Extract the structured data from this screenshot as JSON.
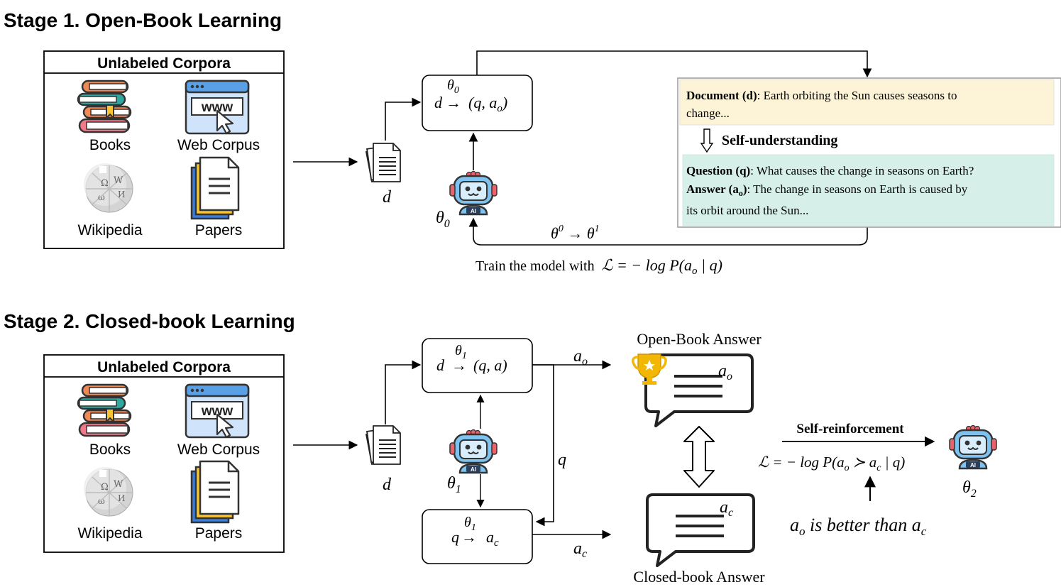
{
  "stage1": {
    "heading": "Stage 1. Open-Book Learning",
    "corpora": {
      "title": "Unlabeled Corpora",
      "items": [
        "Books",
        "Web Corpus",
        "Wikipedia",
        "Papers"
      ]
    },
    "doc_symbol": "d",
    "gen_box": {
      "left": "d",
      "param": "θ",
      "param_sub": "0",
      "right": "(q, a",
      "right_sub": "o",
      "right_end": ")"
    },
    "robot_label": {
      "base": "θ",
      "sub": "0"
    },
    "update_label": {
      "from": "θ",
      "from_sup": "0",
      "arrow": "→",
      "to": "θ",
      "to_sup": "1"
    },
    "train_caption": {
      "text": "Train the model with",
      "formula": "ℒ = − log P(a",
      "formula_sub": "o",
      "formula_end": " | q)"
    },
    "panel": {
      "doc_label": "Document (d)",
      "doc_text_1": ":  Earth orbiting the Sun causes seasons to",
      "doc_text_2": "change...",
      "arrow_label": "Self-understanding",
      "q_label": "Question (q)",
      "q_text": ": What causes the change in seasons on Earth?",
      "a_label": "Answer (a",
      "a_sub": "o",
      "a_label_end": ")",
      "a_text_1": ":  The change in seasons on Earth is caused  by",
      "a_text_2": "its orbit around the Sun..."
    }
  },
  "stage2": {
    "heading": "Stage 2. Closed-book Learning",
    "corpora": {
      "title": "Unlabeled Corpora",
      "items": [
        "Books",
        "Web Corpus",
        "Wikipedia",
        "Papers"
      ]
    },
    "doc_symbol": "d",
    "gen_box": {
      "left": "d",
      "param": "θ",
      "param_sub": "1",
      "right": "(q, a)"
    },
    "answer_box": {
      "left": "q",
      "param": "θ",
      "param_sub": "1",
      "right": "a",
      "right_sub": "c"
    },
    "robot_label": {
      "base": "θ",
      "sub": "1"
    },
    "q_symbol": "q",
    "ao": {
      "base": "a",
      "sub": "o"
    },
    "ac": {
      "base": "a",
      "sub": "c"
    },
    "open_book_answer": "Open-Book Answer",
    "closed_book_answer": "Closed-book Answer",
    "self_reinforcement": "Self-reinforcement",
    "loss": {
      "prefix": "ℒ = − log P(a",
      "o": "o",
      "mid": " ≻ a",
      "c": "c",
      "end": " | q)"
    },
    "better": {
      "a": "a",
      "o": "o",
      "text": " is better than a",
      "c": "c"
    },
    "final_robot_label": {
      "base": "θ",
      "sub": "2"
    }
  },
  "colors": {
    "book_orange": "#ef8a56",
    "book_pink": "#f07a8a",
    "book_teal": "#2fa8a0",
    "browser_blue": "#5aa0e6",
    "paper_yellow": "#f7c531",
    "paper_blue": "#3b7dd8",
    "robot_blue": "#7ec3f0",
    "trophy_gold": "#f2b705",
    "panel_yellow": "#fdf3d6",
    "panel_teal": "#d6efe9"
  }
}
